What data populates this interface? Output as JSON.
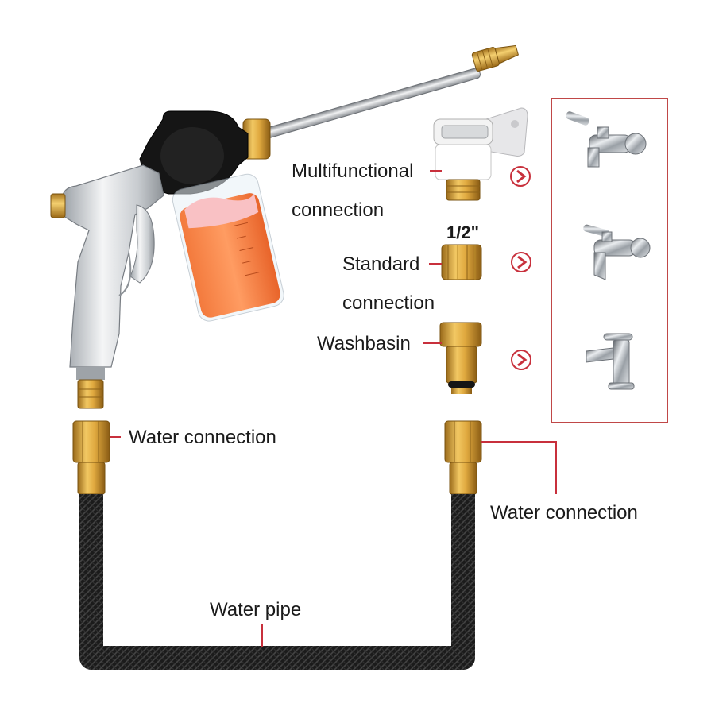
{
  "labels": {
    "multifunctional_1": "Multifunctional",
    "multifunctional_2": "connection",
    "half_inch": "1/2\"",
    "standard_1": "Standard",
    "standard_2": "connection",
    "washbasin": "Washbasin",
    "water_connection_left": "Water connection",
    "water_connection_right": "Water connection",
    "water_pipe": "Water pipe"
  },
  "colors": {
    "accent_red": "#c8303c",
    "brass": "#d9a43a",
    "hose": "#1c1c1c",
    "frame_border": "#c04848"
  }
}
